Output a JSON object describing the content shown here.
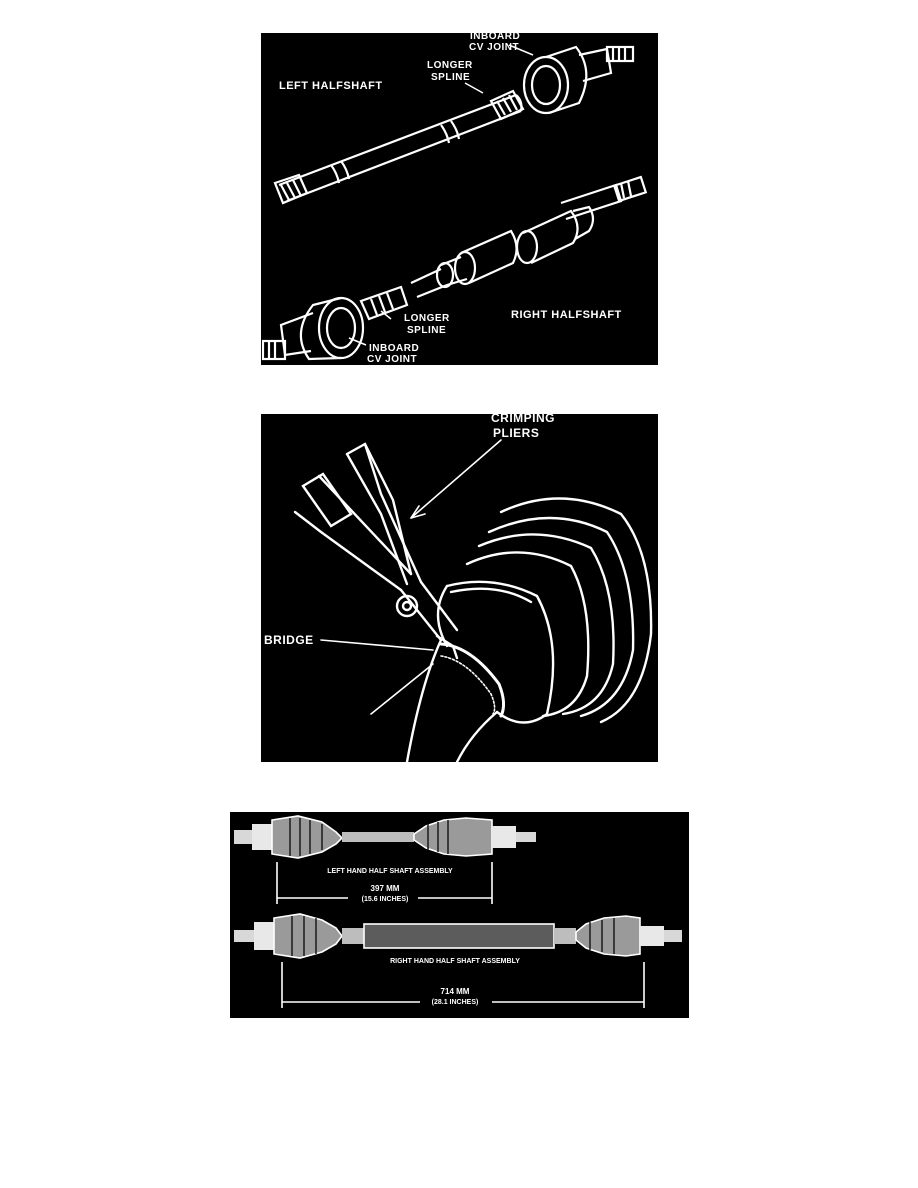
{
  "figure1": {
    "left_halfshaft": "LEFT HALFSHAFT",
    "longer_spline_top_1": "LONGER",
    "longer_spline_top_2": "SPLINE",
    "inboard_top_1": "INBOARD",
    "inboard_top_2": "CV JOINT",
    "right_halfshaft": "RIGHT HALFSHAFT",
    "longer_spline_bottom_1": "LONGER",
    "longer_spline_bottom_2": "SPLINE",
    "inboard_bottom_1": "INBOARD",
    "inboard_bottom_2": "CV JOINT"
  },
  "figure2": {
    "crimping_1": "CRIMPING",
    "crimping_2": "PLIERS",
    "bridge": "BRIDGE"
  },
  "figure3": {
    "left_assembly": "LEFT HAND HALF SHAFT ASSEMBLY",
    "left_mm": "397 MM",
    "left_in": "(15.6 INCHES)",
    "right_assembly": "RIGHT HAND HALF SHAFT ASSEMBLY",
    "right_mm": "714 MM",
    "right_in": "(28.1 INCHES)"
  }
}
